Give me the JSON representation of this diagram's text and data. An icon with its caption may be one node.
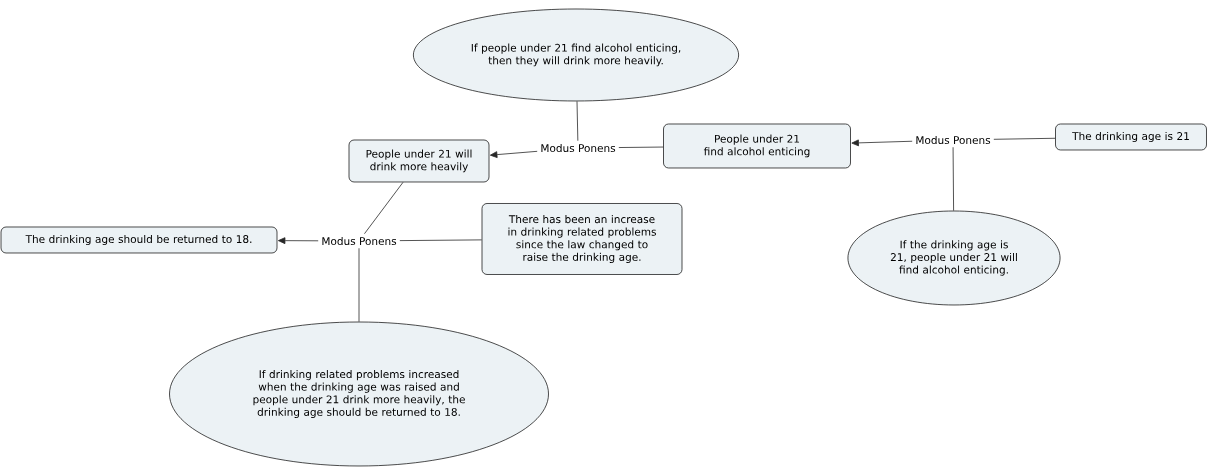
{
  "diagram": {
    "nodes": [
      {
        "text": [
          "If people under 21 find alcohol enticing, then they will drink more heavily."
        ]
      },
      {
        "text": [
          "People under 21 will drink more heavily"
        ]
      },
      {
        "text": [
          "Modus Ponens"
        ]
      },
      {
        "text": [
          "People under 21 find alcohol enticing"
        ]
      },
      {
        "text": [
          "Modus Ponens"
        ]
      },
      {
        "text": [
          "The drinking age is 21"
        ]
      },
      {
        "text": [
          "The drinking age should be returned to 18."
        ]
      },
      {
        "text": [
          "Modus Ponens"
        ]
      },
      {
        "text": [
          "There has been an increase in drinking related problems since the law changed to raise the drinking age."
        ]
      },
      {
        "text": [
          "If the drinking age is 21, people under 21 will find alcohol enticing."
        ]
      },
      {
        "text": [
          "If drinking related problems increased when the drinking age was raised and people under 21 drink more heavily, the drinking age should be returned to 18."
        ]
      }
    ],
    "edges": [
      {
        "from": 0,
        "to": 2,
        "arrow": "none"
      },
      {
        "from": 3,
        "to": 2,
        "arrow": "none"
      },
      {
        "from": 2,
        "to": 1,
        "arrow": "to"
      },
      {
        "from": 5,
        "to": 4,
        "arrow": "none"
      },
      {
        "from": 9,
        "to": 4,
        "arrow": "none"
      },
      {
        "from": 4,
        "to": 3,
        "arrow": "to"
      },
      {
        "from": 1,
        "to": 7,
        "arrow": "none"
      },
      {
        "from": 8,
        "to": 7,
        "arrow": "none"
      },
      {
        "from": 10,
        "to": 7,
        "arrow": "none"
      },
      {
        "from": 7,
        "to": 6,
        "arrow": "to"
      }
    ]
  }
}
